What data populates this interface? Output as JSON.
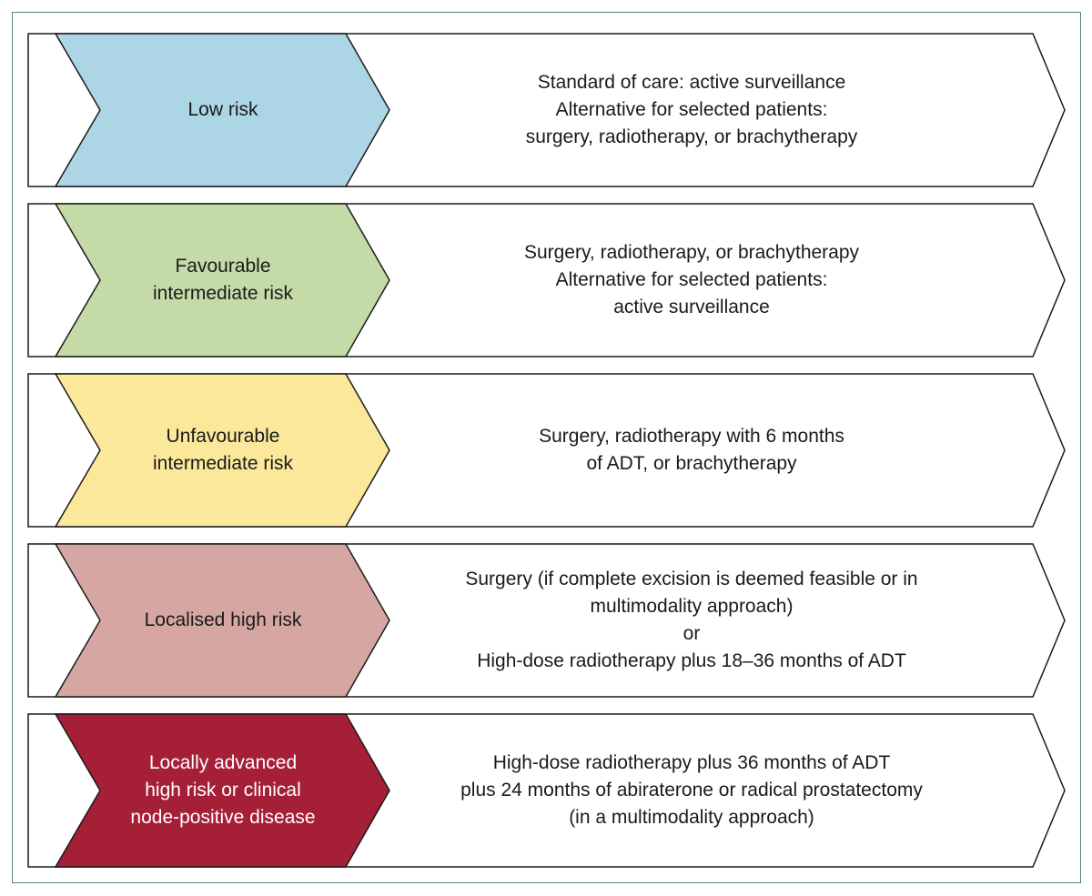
{
  "rows": [
    {
      "risk_lines": [
        "Low risk"
      ],
      "fill_color": "#acd5e5",
      "text_color": "#1a1a1a",
      "treatment_lines": [
        "Standard of care: active surveillance",
        "Alternative for selected patients:",
        "surgery, radiotherapy, or brachytherapy"
      ]
    },
    {
      "risk_lines": [
        "Favourable",
        "intermediate risk"
      ],
      "fill_color": "#c4dba8",
      "text_color": "#1a1a1a",
      "treatment_lines": [
        "Surgery, radiotherapy, or brachytherapy",
        "Alternative for selected patients:",
        "active surveillance"
      ]
    },
    {
      "risk_lines": [
        "Unfavourable",
        "intermediate risk"
      ],
      "fill_color": "#fbe89a",
      "text_color": "#1a1a1a",
      "treatment_lines": [
        "Surgery, radiotherapy with 6 months",
        "of ADT, or brachytherapy"
      ]
    },
    {
      "risk_lines": [
        "Localised high risk"
      ],
      "fill_color": "#d6a7a2",
      "text_color": "#1a1a1a",
      "treatment_lines": [
        "Surgery (if complete excision is deemed feasible or in",
        "multimodality approach)",
        "or",
        "High-dose radiotherapy plus 18–36 months of ADT"
      ]
    },
    {
      "risk_lines": [
        "Locally advanced",
        "high risk or clinical",
        "node-positive disease"
      ],
      "fill_color": "#a51f37",
      "text_color": "#ffffff",
      "treatment_lines": [
        "High-dose radiotherapy plus 36 months of ADT",
        "plus 24 months of abiraterone or radical prostatectomy",
        "(in a multimodality approach)"
      ]
    }
  ],
  "colors": {
    "frame_border": "#4f8a6d",
    "arrow_stroke": "#1a1a1a",
    "background": "#ffffff"
  }
}
